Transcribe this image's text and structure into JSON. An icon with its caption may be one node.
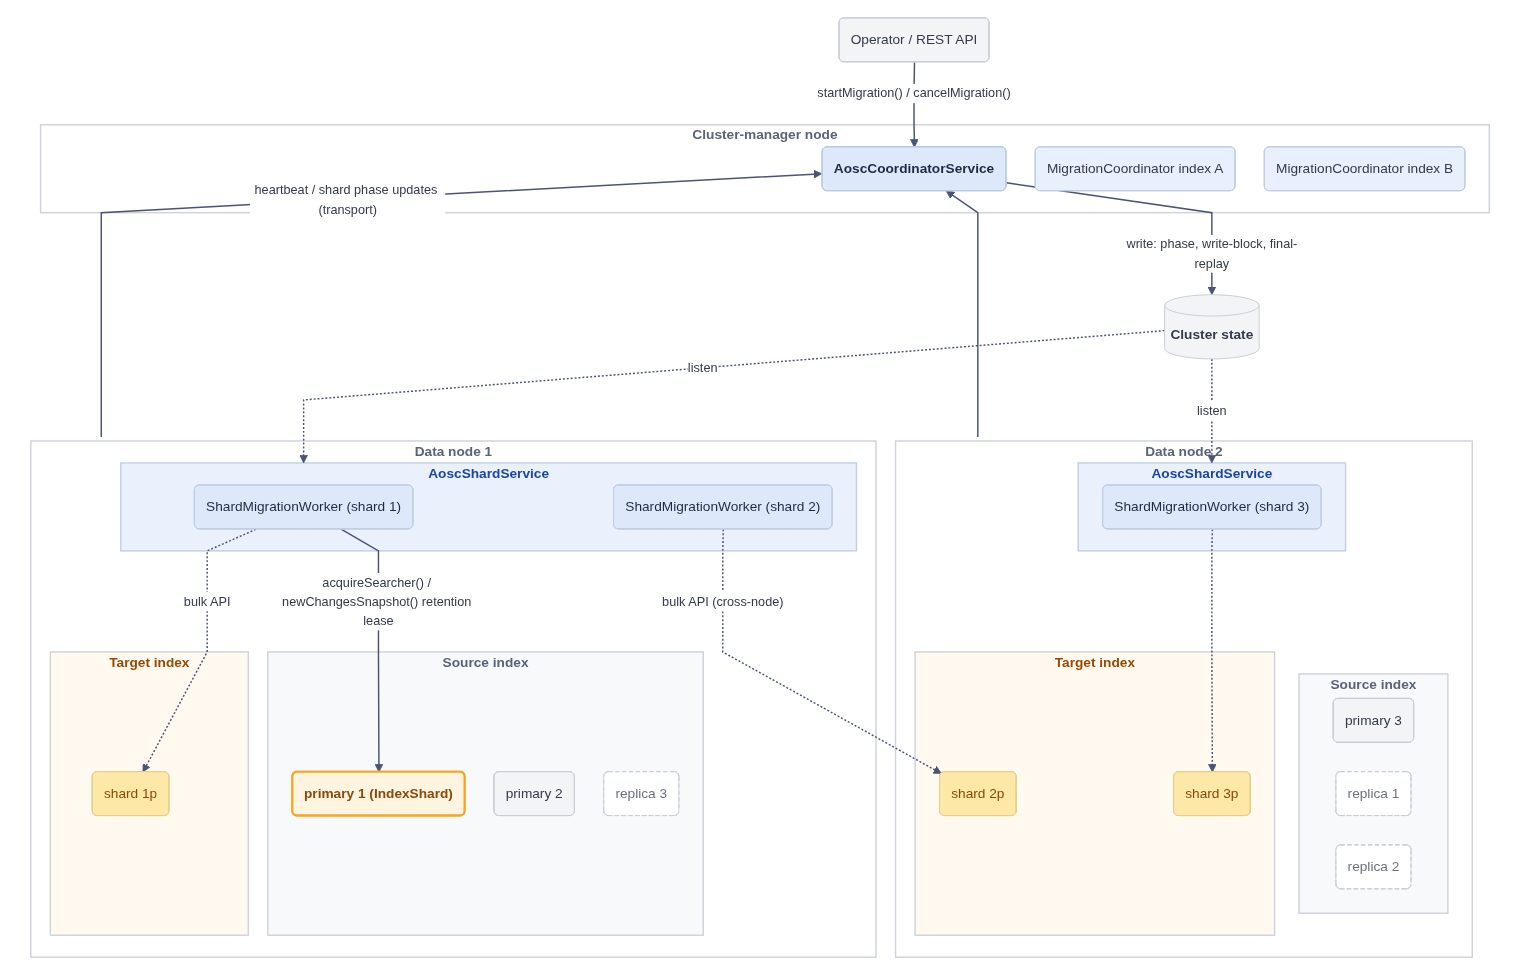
{
  "diagram": {
    "nodes": [
      {
        "text": [
          "Operator / REST API"
        ]
      },
      {
        "text": [
          "Cluster-manager node"
        ]
      },
      {
        "text": [
          "AoscCoordinatorService"
        ],
        "in": 1
      },
      {
        "text": [
          "MigrationCoordinator index A"
        ],
        "in": 1
      },
      {
        "text": [
          "MigrationCoordinator index B"
        ],
        "in": 1
      },
      {
        "text": [
          "Cluster state"
        ]
      },
      {
        "text": [
          "Data node 1"
        ]
      },
      {
        "text": [
          "AoscShardService"
        ],
        "in": 6
      },
      {
        "text": [
          "ShardMigrationWorker (shard 1)"
        ],
        "in": 7
      },
      {
        "text": [
          "ShardMigrationWorker (shard 2)"
        ],
        "in": 7
      },
      {
        "text": [
          "Source index"
        ],
        "in": 6
      },
      {
        "text": [
          "primary 1 (IndexShard)"
        ],
        "in": 10
      },
      {
        "text": [
          "primary 2"
        ],
        "in": 10
      },
      {
        "text": [
          "replica 3"
        ],
        "in": 10
      },
      {
        "text": [
          "Target index"
        ],
        "in": 6
      },
      {
        "text": [
          "shard 1p"
        ],
        "in": 14
      },
      {
        "text": [
          "Data node 2"
        ]
      },
      {
        "text": [
          "AoscShardService"
        ],
        "in": 16
      },
      {
        "text": [
          "ShardMigrationWorker (shard 3)"
        ],
        "in": 17
      },
      {
        "text": [
          "Source index"
        ],
        "in": 16
      },
      {
        "text": [
          "primary 3"
        ],
        "in": 19
      },
      {
        "text": [
          "replica 1"
        ],
        "in": 19
      },
      {
        "text": [
          "replica 2"
        ],
        "in": 19
      },
      {
        "text": [
          "Target index"
        ],
        "in": 16
      },
      {
        "text": [
          "shard 2p"
        ],
        "in": 23
      },
      {
        "text": [
          "shard 3p"
        ],
        "in": 23
      }
    ],
    "edges": [
      {
        "from": 0,
        "to": 2,
        "arrow": "to",
        "label": "startMigration() / cancelMigration()"
      },
      {
        "from": 2,
        "to": 5,
        "arrow": "to",
        "label": "write: phase, write-block, final-replay"
      },
      {
        "from": 5,
        "to": 7,
        "arrow": "to",
        "label": "listen",
        "style": "dashed"
      },
      {
        "from": 5,
        "to": 17,
        "arrow": "to",
        "label": "listen",
        "style": "dashed"
      },
      {
        "from": 8,
        "to": 11,
        "arrow": "to",
        "label": "acquireSearcher() / newChangesSnapshot() retention lease"
      },
      {
        "from": 8,
        "to": 15,
        "arrow": "to",
        "label": "bulk API",
        "style": "dashed"
      },
      {
        "from": 9,
        "to": 24,
        "arrow": "to",
        "label": "bulk API (cross-node)",
        "style": "dashed"
      },
      {
        "from": 18,
        "to": 25,
        "arrow": "to",
        "style": "dashed"
      },
      {
        "from": 6,
        "to": 2,
        "arrow": "to",
        "label": "heartbeat / shard phase updates (transport)"
      },
      {
        "from": 16,
        "to": 2,
        "arrow": "to"
      }
    ]
  }
}
